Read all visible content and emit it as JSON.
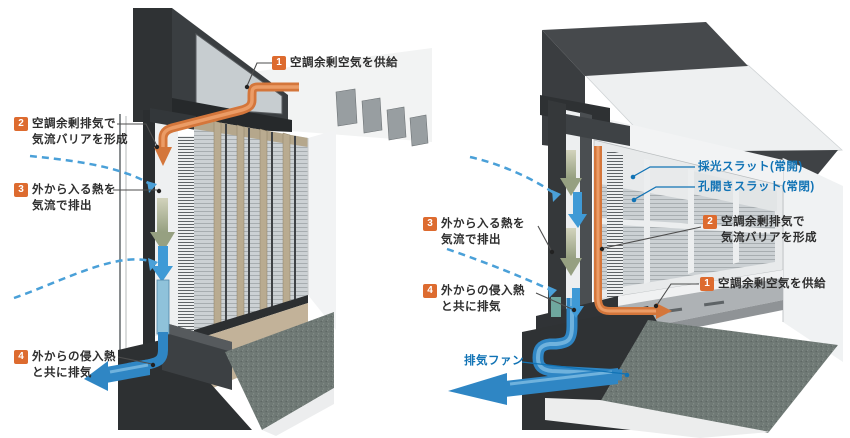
{
  "steps": {
    "s1": {
      "num": "1",
      "text": "空調余剰空気を供給"
    },
    "s2": {
      "num": "2",
      "line1": "空調余剰排気で",
      "line2": "気流バリアを形成"
    },
    "s3": {
      "num": "3",
      "line1": "外から入る熱を",
      "line2": "気流で排出"
    },
    "s4": {
      "num": "4",
      "line1": "外からの侵入熱",
      "line2": "と共に排気"
    }
  },
  "right_labels": {
    "slat_open": "採光スラット(常開)",
    "slat_perforated": "孔開きスラット(常閉)",
    "exhaust_fan": "排気ファン"
  },
  "colors": {
    "step_badge_orange": "#dd6b2f",
    "step_text": "#2e2e2e",
    "blue_label": "#1173b5",
    "supply_duct_orange": "#d4763b",
    "exhaust_blue": "#2f86c4",
    "airflow_dashed_blue": "#4aa0d8",
    "heat_arrow_olive": "#a3ac8b",
    "background": "#ffffff"
  }
}
